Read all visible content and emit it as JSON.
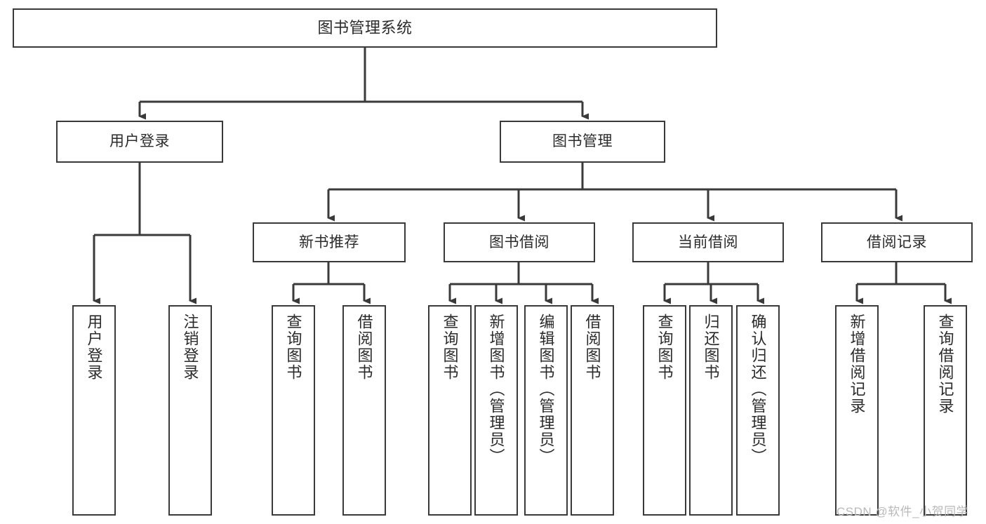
{
  "diagram": {
    "type": "tree",
    "title": "图书管理系统",
    "colors": {
      "stroke": "#3a3a3a",
      "node_fill": "#ffffff",
      "text": "#2b2b2b",
      "background": "#ffffff",
      "watermark": "#b9b9b9"
    },
    "nodes": {
      "root": {
        "label": "图书管理系统"
      },
      "user_login": {
        "label": "用户登录"
      },
      "book_manage": {
        "label": "图书管理"
      },
      "new_book_rec": {
        "label": "新书推荐"
      },
      "book_borrow": {
        "label": "图书借阅"
      },
      "current_borrow": {
        "label": "当前借阅"
      },
      "borrow_record": {
        "label": "借阅记录"
      },
      "leaf_user_login": {
        "label": "用户登录"
      },
      "leaf_logout": {
        "label": "注销登录"
      },
      "leaf_query_book_1": {
        "label": "查询图书"
      },
      "leaf_borrow_book_1": {
        "label": "借阅图书"
      },
      "leaf_query_book_2": {
        "label": "查询图书"
      },
      "leaf_add_book": {
        "label": "新增图书（管理员）"
      },
      "leaf_edit_book": {
        "label": "编辑图书（管理员）"
      },
      "leaf_borrow_book_2": {
        "label": "借阅图书"
      },
      "leaf_query_book_3": {
        "label": "查询图书"
      },
      "leaf_return_book": {
        "label": "归还图书"
      },
      "leaf_confirm_return": {
        "label": "确认归还（管理员）"
      },
      "leaf_add_record": {
        "label": "新增借阅记录"
      },
      "leaf_query_record": {
        "label": "查询借阅记录"
      }
    },
    "edges": [
      {
        "from": "root",
        "to": "user_login"
      },
      {
        "from": "root",
        "to": "book_manage"
      },
      {
        "from": "user_login",
        "to": "leaf_user_login"
      },
      {
        "from": "user_login",
        "to": "leaf_logout"
      },
      {
        "from": "book_manage",
        "to": "new_book_rec"
      },
      {
        "from": "book_manage",
        "to": "book_borrow"
      },
      {
        "from": "book_manage",
        "to": "current_borrow"
      },
      {
        "from": "book_manage",
        "to": "borrow_record"
      },
      {
        "from": "new_book_rec",
        "to": "leaf_query_book_1"
      },
      {
        "from": "new_book_rec",
        "to": "leaf_borrow_book_1"
      },
      {
        "from": "book_borrow",
        "to": "leaf_query_book_2"
      },
      {
        "from": "book_borrow",
        "to": "leaf_add_book"
      },
      {
        "from": "book_borrow",
        "to": "leaf_edit_book"
      },
      {
        "from": "book_borrow",
        "to": "leaf_borrow_book_2"
      },
      {
        "from": "current_borrow",
        "to": "leaf_query_book_3"
      },
      {
        "from": "current_borrow",
        "to": "leaf_return_book"
      },
      {
        "from": "current_borrow",
        "to": "leaf_confirm_return"
      },
      {
        "from": "borrow_record",
        "to": "leaf_add_record"
      },
      {
        "from": "borrow_record",
        "to": "leaf_query_record"
      }
    ]
  },
  "watermark": {
    "text": "CSDN @软件_小贺同学"
  }
}
